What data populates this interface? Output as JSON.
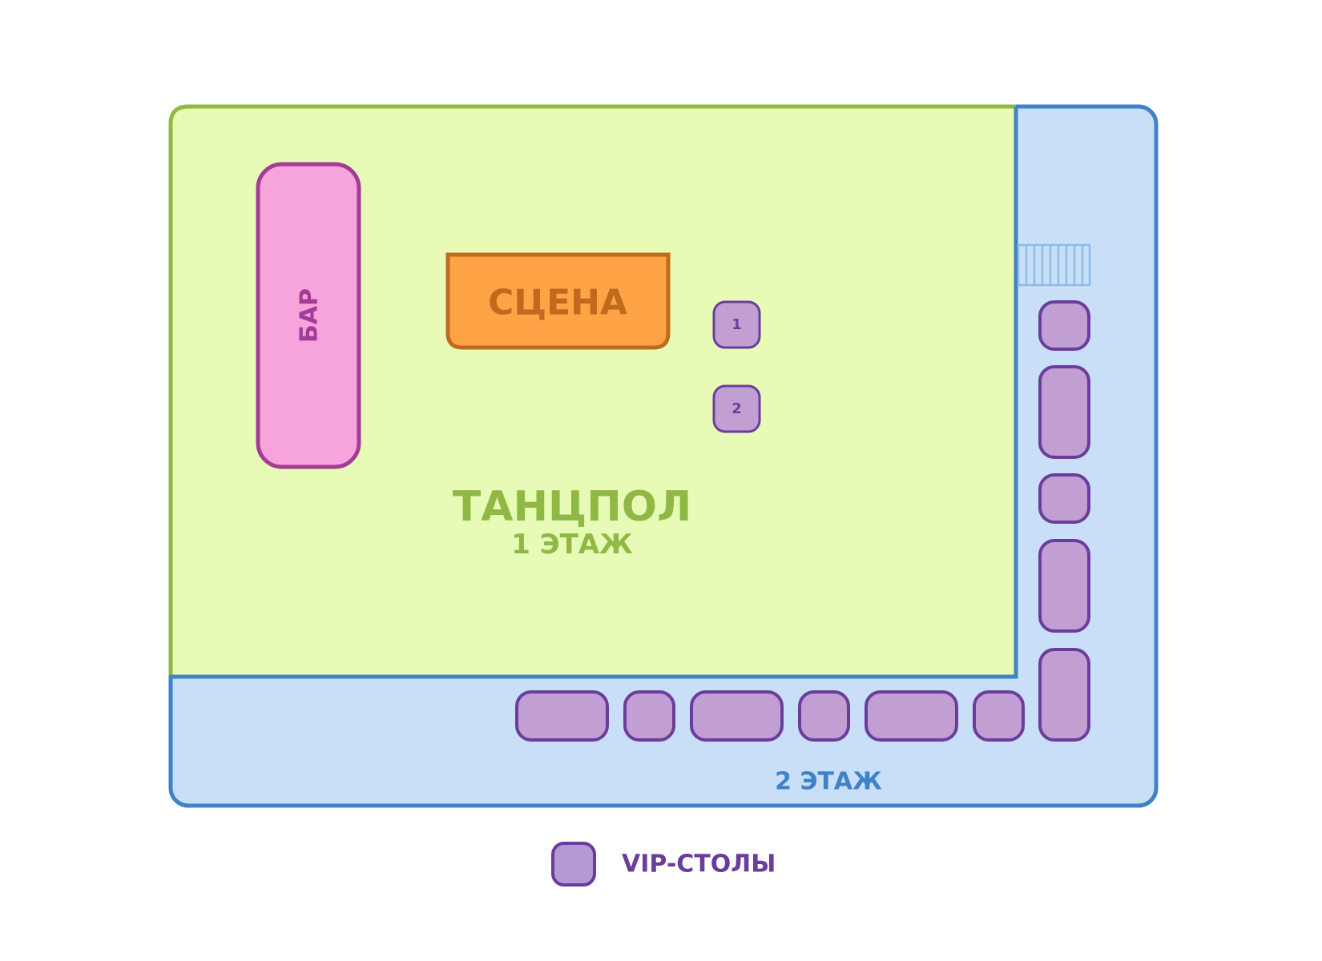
{
  "floor2": {
    "label": "2 ЭТАЖ",
    "fill": "#c8dff7",
    "stroke": "#3f82c5"
  },
  "dancefloor": {
    "title": "ТАНЦПОЛ",
    "subtitle": "1 ЭТАЖ",
    "fill": "#e8fbb6",
    "stroke": "#8fb944"
  },
  "bar": {
    "label": "БАР",
    "fill": "#f7a3dc",
    "stroke": "#a23c96",
    "text_color": "#a23c96"
  },
  "stage": {
    "label": "СЦЕНА",
    "fill": "#ffa347",
    "stroke": "#c06a1d",
    "text_color": "#c06a1d"
  },
  "stairs": {
    "icon": "stairs-icon",
    "stroke": "#8ebbe7"
  },
  "vip_tables": {
    "fill": "#c19fd2",
    "stroke": "#6a3d9c",
    "numbered": [
      {
        "number": "1"
      },
      {
        "number": "2"
      }
    ]
  },
  "legend": {
    "label": "VIP-СТОЛЫ",
    "color": "#6a3d9c",
    "swatch_fill": "#b49ad4"
  }
}
